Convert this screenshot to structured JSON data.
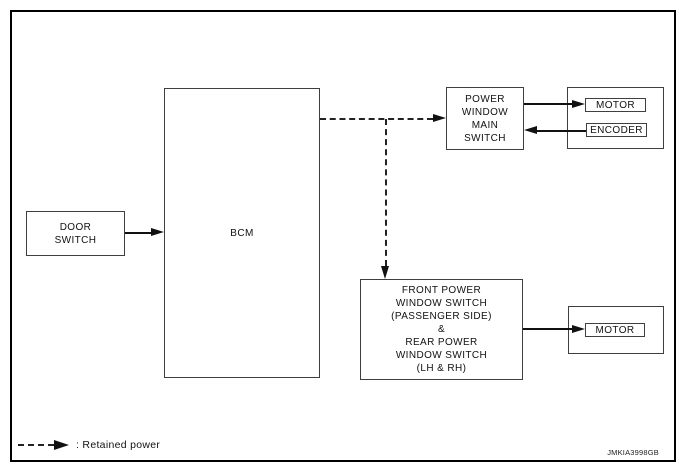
{
  "diagram": {
    "nodes": {
      "door_switch": {
        "label": "DOOR\nSWITCH"
      },
      "bcm": {
        "label": "BCM"
      },
      "power_window_main_switch": {
        "label": "POWER\nWINDOW\nMAIN\nSWITCH"
      },
      "motor_main": {
        "label": "MOTOR"
      },
      "encoder": {
        "label": "ENCODER"
      },
      "front_rear_power_window_switch": {
        "label": "FRONT POWER\nWINDOW SWITCH\n(PASSENGER SIDE)\n&\nREAR POWER\nWINDOW SWITCH\n(LH & RH)"
      },
      "motor_sub": {
        "label": "MOTOR"
      }
    },
    "connections": [
      {
        "from": "door_switch",
        "to": "bcm",
        "style": "solid-arrow"
      },
      {
        "from": "bcm",
        "to": "power_window_main_switch",
        "style": "dashed-arrow-retained-power"
      },
      {
        "from": "bcm",
        "to": "front_rear_power_window_switch",
        "style": "dashed-arrow-retained-power"
      },
      {
        "from": "power_window_main_switch",
        "to": "motor_main",
        "style": "solid-arrow"
      },
      {
        "from": "encoder",
        "to": "power_window_main_switch",
        "style": "solid-arrow"
      },
      {
        "from": "front_rear_power_window_switch",
        "to": "motor_sub",
        "style": "solid-arrow"
      }
    ],
    "legend": {
      "dashed_arrow_meaning": ": Retained power"
    },
    "watermark": "JMKIA3998GB",
    "colors": {
      "line": "#111111",
      "box_border": "#3f3f3f",
      "background": "#ffffff"
    }
  }
}
